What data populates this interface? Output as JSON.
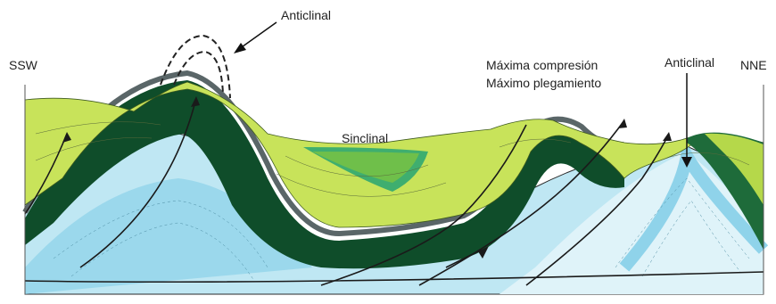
{
  "labels": {
    "left_end": "SSW",
    "right_end": "NNE",
    "anticline_top": "Anticlinal",
    "syncline": "Sinclinal",
    "compression_line1": "Máxima compresión",
    "compression_line2": "Máximo plegamiento",
    "anticline_right": "Anticlinal"
  },
  "colors": {
    "lime": "#c8e35a",
    "yellow_green": "#b5d84a",
    "mid_green": "#6fbf4a",
    "teal_green": "#3fae6f",
    "dark_green": "#0f4d2a",
    "darker_green": "#1e6b3a",
    "gray_band": "#5a6668",
    "light_blue": "#bfe7f3",
    "sky_blue": "#8fd3ea",
    "pale_blue": "#dff3f9",
    "fault_line": "#1a1a1a"
  },
  "icons": {
    "arrow": "arrow-icon",
    "thrust_arrow": "thrust-arrow-icon"
  }
}
